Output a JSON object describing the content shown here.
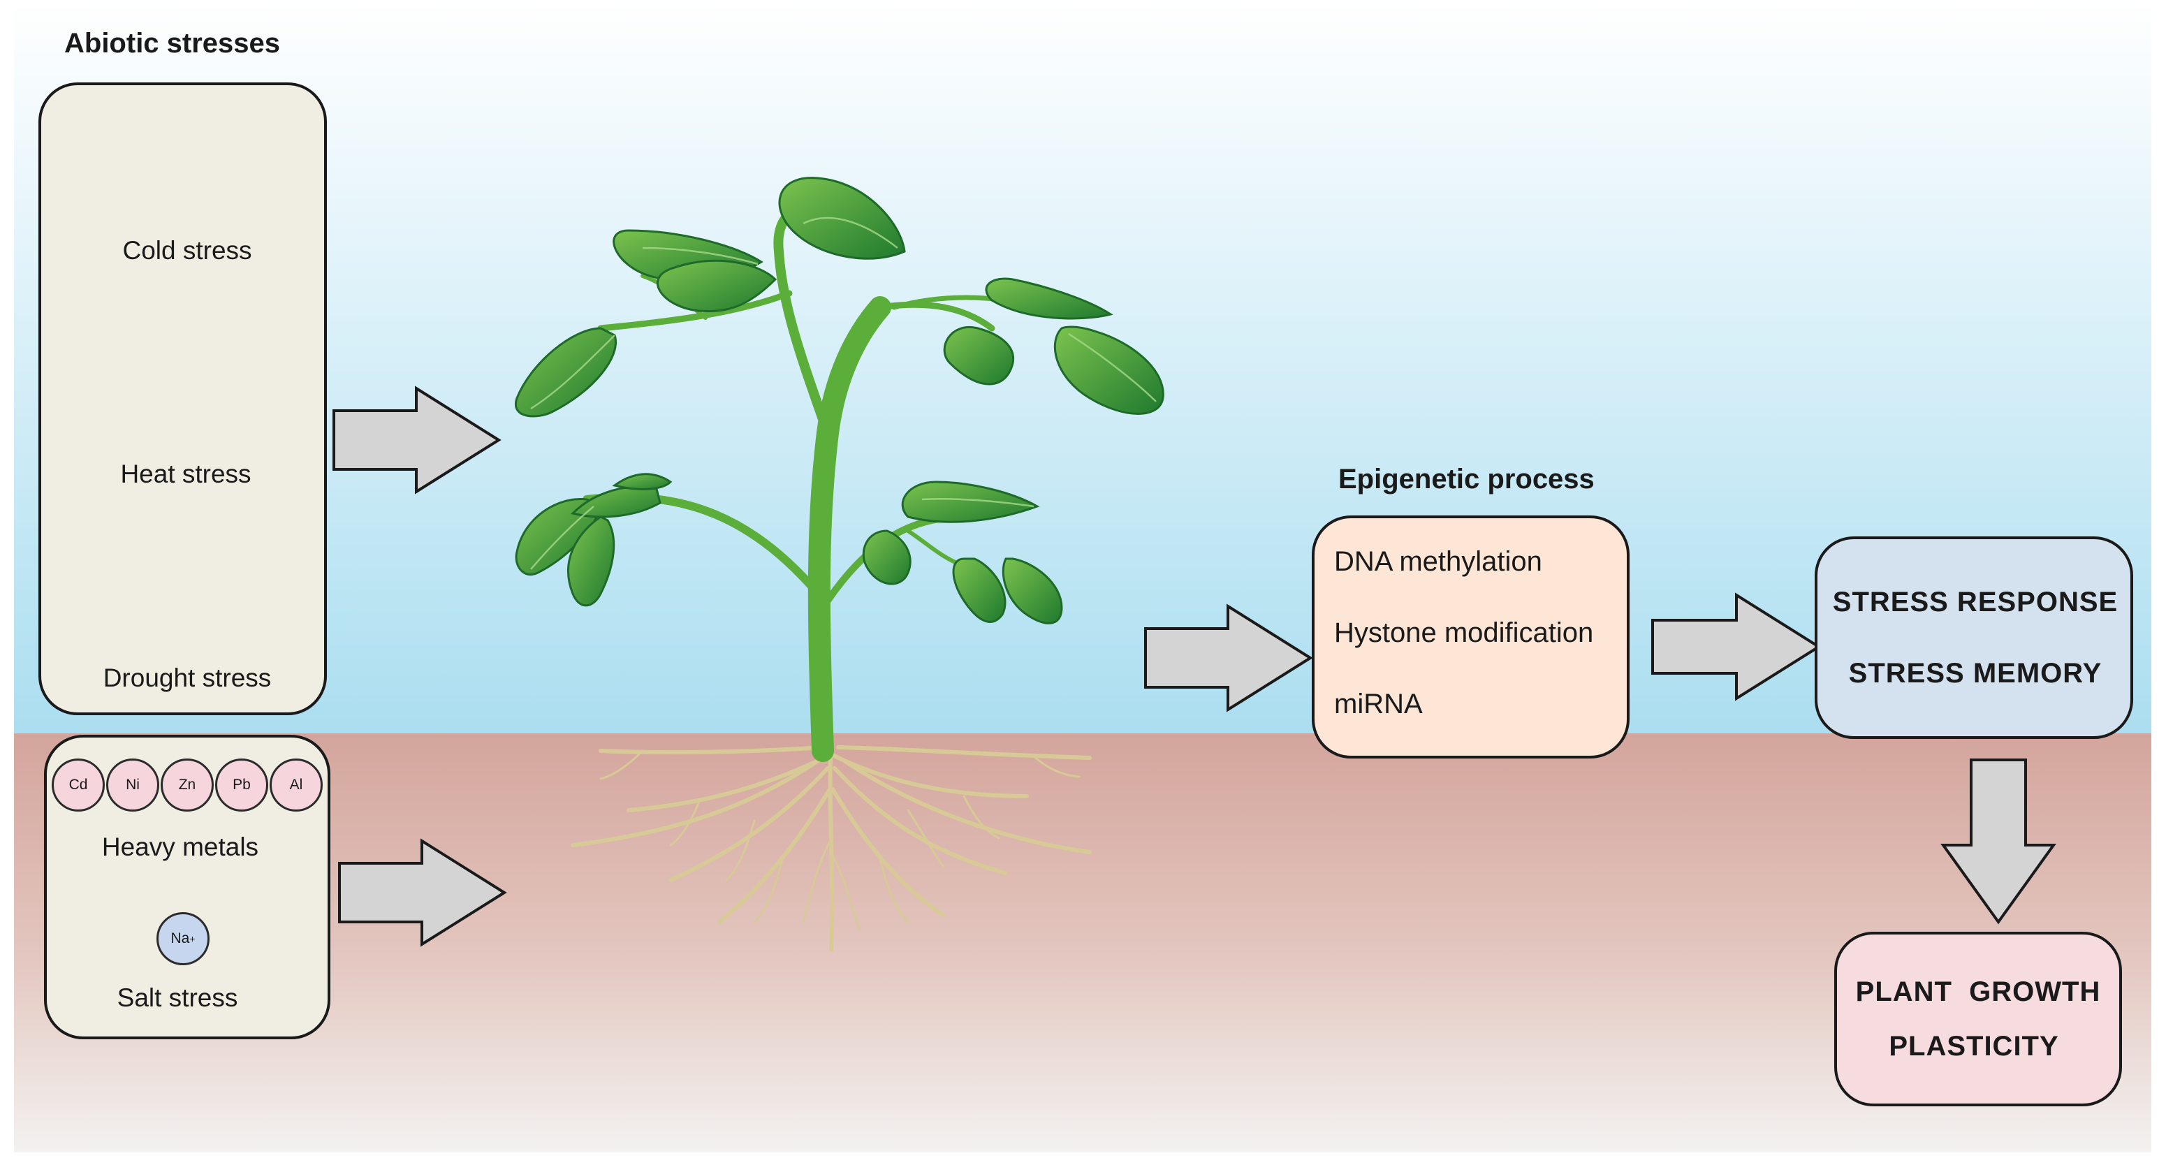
{
  "abiotic": {
    "header": "Abiotic stresses",
    "cold": "Cold stress",
    "heat": "Heat stress",
    "drought": "Drought stress",
    "heavy_metals": "Heavy metals",
    "salt": "Salt stress",
    "metals": [
      "Cd",
      "Ni",
      "Zn",
      "Pb",
      "Al"
    ],
    "sodium": {
      "symbol": "Na",
      "charge": "+"
    }
  },
  "epigenetic": {
    "header": "Epigenetic process",
    "items": [
      "DNA methylation",
      "Hystone modification",
      "miRNA"
    ]
  },
  "response": {
    "line1": "STRESS RESPONSE",
    "line2": "STRESS MEMORY"
  },
  "outcome": {
    "line1": "PLANT  GROWTH",
    "line2": "PLASTICITY"
  },
  "colors": {
    "sky_top": "#ffffff",
    "sky_bottom": "#addff0",
    "soil_top": "#d2a49c",
    "soil_bottom": "#f2f2f2",
    "stress_box": "#f0eee2",
    "epigenetic_box": "#fde6d6",
    "response_box": "#d4e2ef",
    "outcome_box": "#f6dbdf",
    "arrow_fill": "#d4d4d4",
    "leaf": "#3f9a3a",
    "stem": "#5cae3a",
    "root": "#d8ca97"
  }
}
